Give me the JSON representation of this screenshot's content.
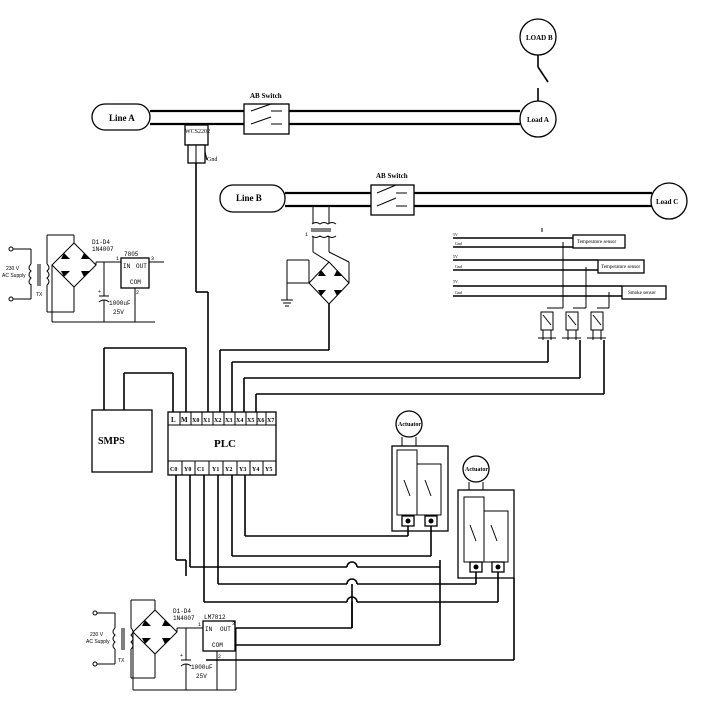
{
  "loads": {
    "load_a": "Load A",
    "load_b": "LOAD B",
    "load_c": "Load C"
  },
  "lines": {
    "line_a": "Line A",
    "line_b": "Line B"
  },
  "switches": {
    "ab_switch": "AB Switch"
  },
  "current_sensor": {
    "label": "WCS2202",
    "gnd": "Gnd"
  },
  "sensors": {
    "rows": [
      {
        "v5": "5V",
        "gnd": "Gnd",
        "name": "Temperature sensor"
      },
      {
        "v5": "5V",
        "gnd": "Gnd",
        "name": "Temperature sensor"
      },
      {
        "v5": "5V",
        "gnd": "Gnd",
        "name": "Smoke sensor"
      }
    ]
  },
  "plc": {
    "title": "PLC",
    "inputs": [
      "L",
      "M",
      "X0",
      "X1",
      "X2",
      "X3",
      "X4",
      "X5",
      "X6",
      "X7"
    ],
    "outputs": [
      "C0",
      "Y0",
      "C1",
      "Y1",
      "Y2",
      "Y3",
      "Y4",
      "Y5"
    ]
  },
  "smps": "SMPS",
  "actuators": [
    "Actuator",
    "Actuator"
  ],
  "supply_top": {
    "ac": [
      "230 V",
      "AC Supply"
    ],
    "tx": "TX",
    "diodes": [
      "D1-D4",
      "1N4007"
    ],
    "reg": "7805",
    "pin_in": "IN",
    "pin_out": "OUT",
    "pin_com": "COM",
    "pin1": "1",
    "pin2": "2",
    "pin3": "3",
    "cap": [
      "1000uF",
      "25V"
    ]
  },
  "supply_bottom": {
    "ac": [
      "230 V",
      "AC Supply"
    ],
    "tx": "TX",
    "diodes": [
      "D1-D4",
      "1N4007"
    ],
    "reg": "LM7812",
    "pin_in": "IN",
    "pin_out": "OUT",
    "pin_com": "COM",
    "pin1": "1",
    "pin2": "2",
    "pin3": "3",
    "cap": [
      "1000uF",
      "25V"
    ]
  }
}
